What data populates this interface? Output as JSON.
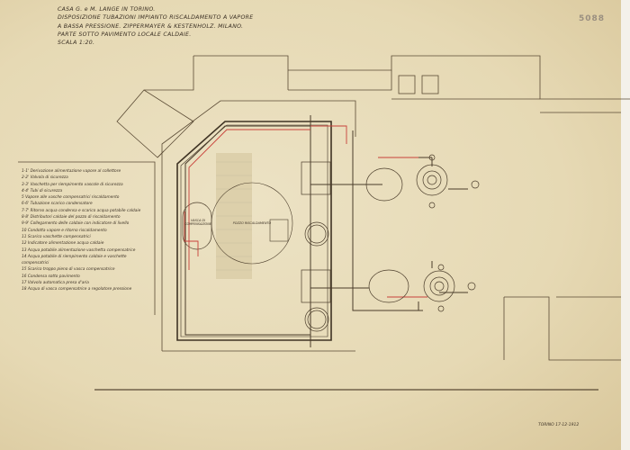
{
  "title": {
    "lines": [
      "CASA G. e M. LANGE IN TORINO.",
      "DISPOSIZIONE TUBAZIONI IMPIANTO RISCALDAMENTO A VAPORE",
      "A BASSA PRESSIONE. ZIPPERMAYER & KESTENHOLZ. MILANO.",
      "PARTE SOTTO PAVIMENTO LOCALE CALDAIE.",
      "SCALA 1:20."
    ]
  },
  "legend": [
    "1-1' Derivazione alimentazione vapore al collettore",
    "2-2' Valvola di sicurezza",
    "3-3' Vaschetta per riempimento vascole di sicurezza",
    "4-4' Tubi di sicurezza",
    "5 Vapore alle vasche compensatrici riscaldamento",
    "6-6' Tubazione scarico condensatore",
    "7-7' Ritorno acqua condensa e scarico acqua potabile caldaie",
    "8-8' Distributori caldaie del pozzo di riscaldamento",
    "9-9' Collegamento delle caldaie con indicatore di livello",
    "10 Condotta vapore e ritorno riscaldamento",
    "11 Scarico vaschette compensatrici",
    "12 Indicatore alimentazione acqua caldaie",
    "13 Acqua potabile alimentazione vaschetta compensatrice",
    "14 Acqua potabile di riempimento caldaie e vaschette",
    "   compensatrici",
    "15 Scarico troppo pieno di vasca compensatrice",
    "16 Condensa sotto pavimento",
    "17 Valvola automatica presa d'aria",
    "18 Acqua di vasca compensatrice a regolatore pressione"
  ],
  "labels": {
    "tank_left": "VASCA DI COMPENSAZIONE",
    "pit_center": "POZZO RISCALDAMENTO"
  },
  "stamp": "5088",
  "footer_date": "TORINO 17-12-1912",
  "colors": {
    "paper": "#e6d9b4",
    "ink": "#4a3c2a",
    "red_pipe": "#c8413a"
  }
}
